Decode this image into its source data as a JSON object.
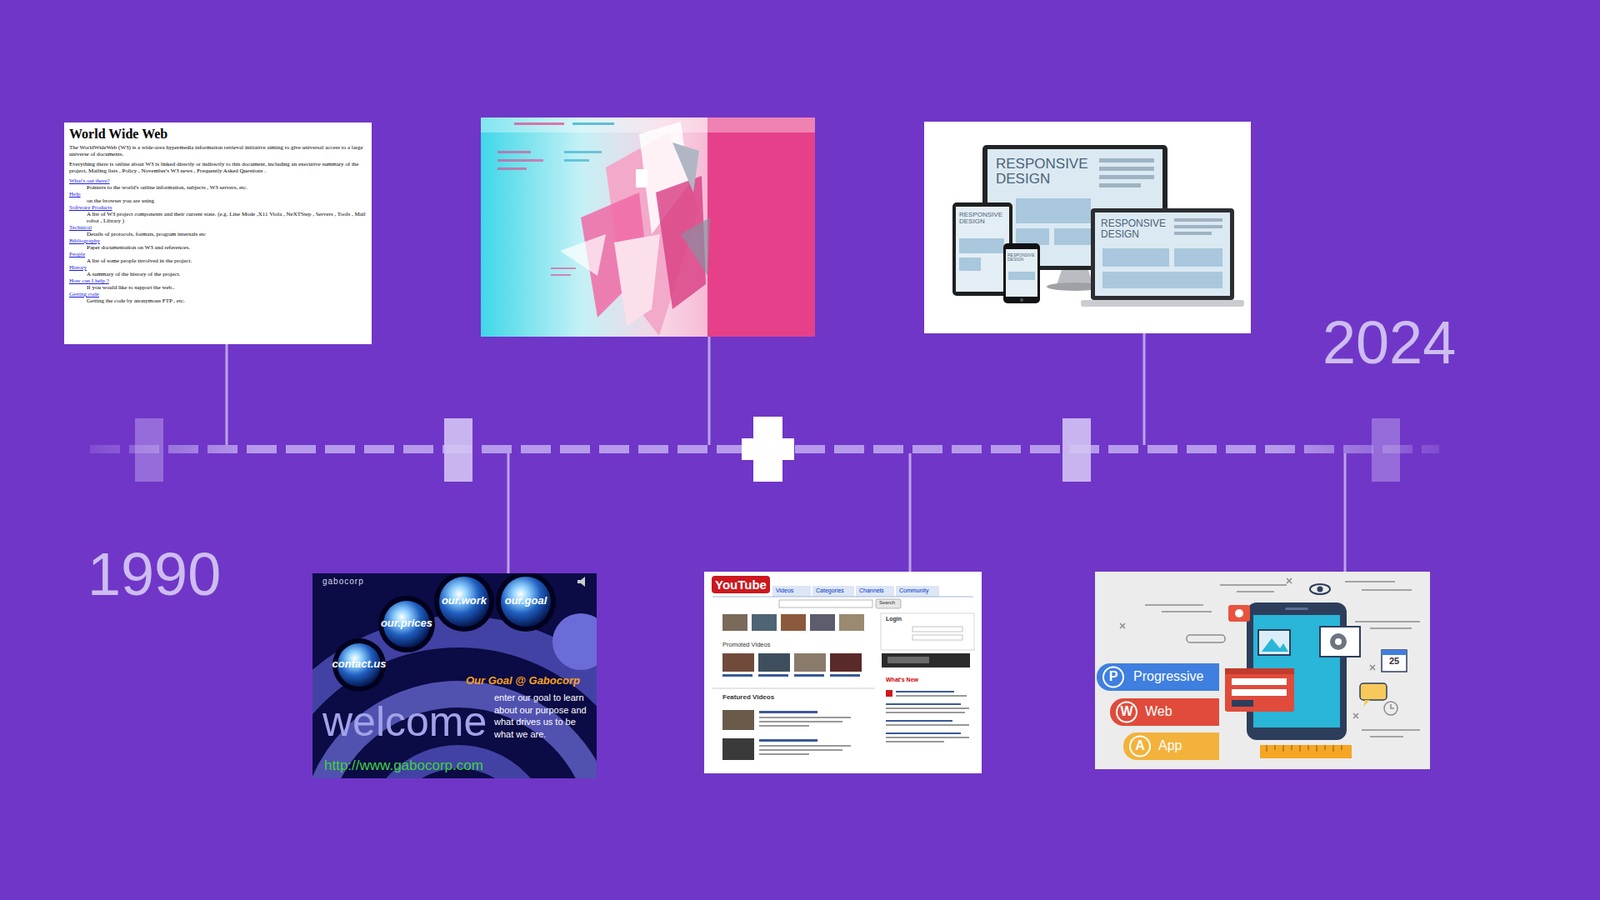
{
  "diagram": {
    "nodes": [
      {
        "text": [
          "World Wide Web",
          "The WorldWideWeb (W3) is a wide-area hypermedia information retrieval initiative aiming to give universal access to a large universe of documents.",
          "Everything there is online about W3 is linked directly or indirectly to this document, including an executive summary of the project, Mailing lists , Policy , November's W3 news , Frequently Asked Questions .",
          "What's out there?",
          "Pointers to the world's online information, subjects , W3 servers, etc.",
          "Help",
          "on the browser you are using",
          "Software Products",
          "A list of W3 project components and their current state. (e.g. Line Mode ,X11 Viola , NeXTStep , Servers , Tools , Mail robot , Library )",
          "Technical",
          "Details of protocols, formats, program internals etc",
          "Bibliography",
          "Paper documentation on W3 and references.",
          "People",
          "A list of some people involved in the project.",
          "History",
          "A summary of the history of the project.",
          "How can I help ?",
          "If you would like to support the web..",
          "Getting code",
          "Getting the code by anonymous FTP , etc."
        ]
      },
      {
        "text": [
          "gabocorp",
          "our.work",
          "our.goal",
          "our.prices",
          "contact.us",
          "welcome",
          "Our Goal @ Gabocorp",
          "enter our goal to learn about our purpose and what drives us to be what we are.",
          "http://www.gabocorp.com"
        ]
      },
      {
        "text": [
          "YouTube",
          "Videos",
          "Categories",
          "Channels",
          "Community",
          "Search",
          "Login",
          "Promoted Videos",
          "What's New",
          "Featured Videos"
        ]
      },
      {
        "text": [
          "RESPONSIVE DESIGN",
          "RESPONSIVE DESIGN",
          "RESPONSIVE DESIGN",
          "RESPONSIVE DESIGN"
        ]
      },
      {
        "text": [
          "P",
          "Progressive",
          "W",
          "Web",
          "A",
          "App",
          "25"
        ]
      }
    ],
    "labels": [
      "1990",
      "2024"
    ]
  }
}
